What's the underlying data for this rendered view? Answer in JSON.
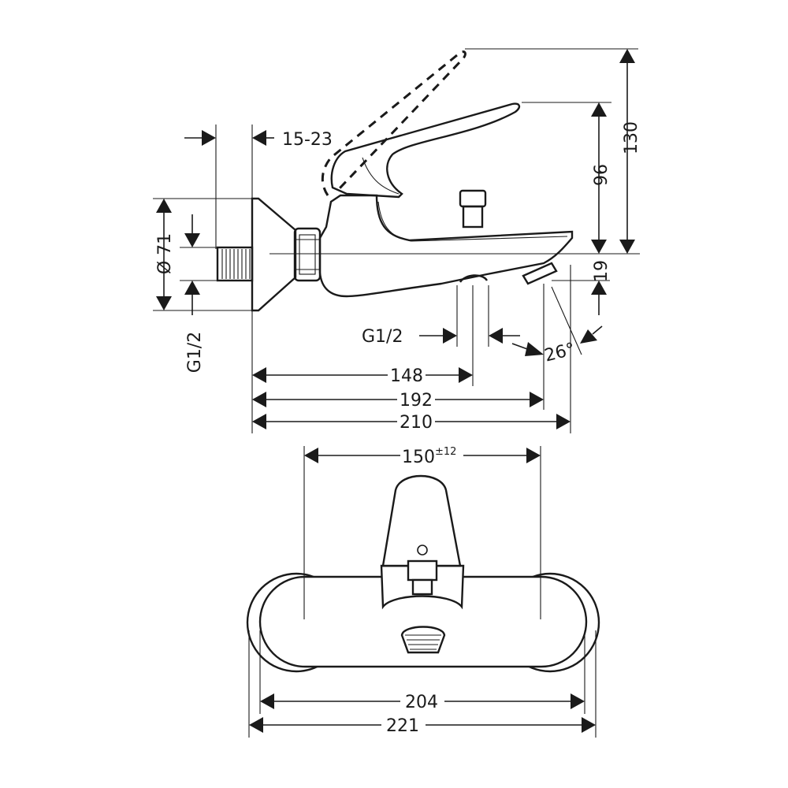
{
  "side_view": {
    "dims": {
      "wall_offset": "15-23",
      "height_total": "130",
      "height_spout": "96",
      "height_19": "19",
      "diameter": "Ø 71",
      "thread_left": "G1/2",
      "thread_bottom": "G1/2",
      "angle": "26°",
      "len_148": "148",
      "len_192": "192",
      "len_210": "210"
    }
  },
  "front_view": {
    "dims": {
      "centers_base": "150",
      "centers_tol": "±12",
      "width_204": "204",
      "width_221": "221"
    }
  }
}
